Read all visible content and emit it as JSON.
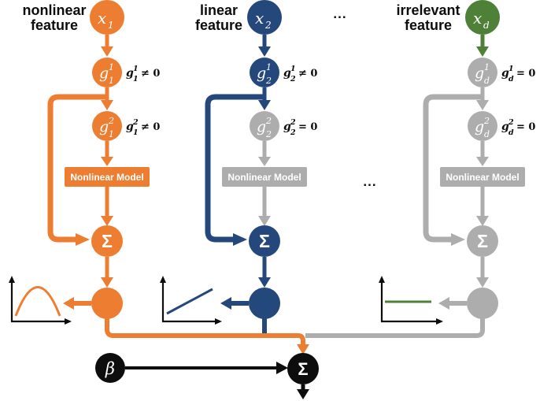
{
  "palette": {
    "orange": "#ED7D31",
    "blue": "#24477C",
    "green": "#4F8038",
    "gray": "#ADADAD",
    "black": "#0D0D0D"
  },
  "ellipsis": {
    "top": "...",
    "middle": "..."
  },
  "columns": [
    {
      "header1": "nonlinear",
      "header2": "feature",
      "x_base": "x",
      "x_sub": "1",
      "g1_base": "g",
      "g1_sup": "1",
      "g1_sub": "1",
      "g1_rel": "≠ 0",
      "g2_base": "g",
      "g2_sup": "2",
      "g2_sub": "1",
      "g2_rel": "≠ 0",
      "model_label": "Nonlinear Model",
      "sum_symbol": "Σ",
      "output_shape": "bump"
    },
    {
      "header1": "linear",
      "header2": "feature",
      "x_base": "x",
      "x_sub": "2",
      "g1_base": "g",
      "g1_sup": "1",
      "g1_sub": "2",
      "g1_rel": "≠ 0",
      "g2_base": "g",
      "g2_sup": "2",
      "g2_sub": "2",
      "g2_rel": "= 0",
      "model_label": "Nonlinear Model",
      "sum_symbol": "Σ",
      "output_shape": "line"
    },
    {
      "header1": "irrelevant",
      "header2": "feature",
      "x_base": "x",
      "x_sub": "d",
      "g1_base": "g",
      "g1_sup": "1",
      "g1_sub": "d",
      "g1_rel": "= 0",
      "g2_base": "g",
      "g2_sup": "2",
      "g2_sub": "d",
      "g2_rel": "= 0",
      "model_label": "Nonlinear Model",
      "sum_symbol": "Σ",
      "output_shape": "flat"
    }
  ],
  "bottom": {
    "beta_symbol": "β",
    "final_sum_symbol": "Σ"
  }
}
